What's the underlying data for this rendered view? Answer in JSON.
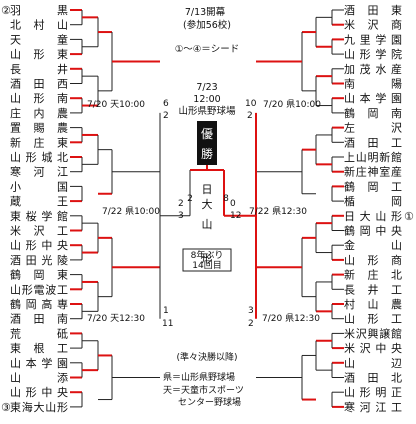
{
  "header": {
    "opening": "7/13開幕",
    "participants": "(参加56校)",
    "seed_note": "①～④＝シード"
  },
  "final": {
    "date": "7/23",
    "time": "12:00",
    "venue": "山形県野球場",
    "champion_label": [
      "優",
      "勝"
    ],
    "champion": [
      "日",
      "大",
      "山",
      "形"
    ],
    "score_left": "2",
    "score_right": "8",
    "years_note": "8年ぶり",
    "count_note": "14回目"
  },
  "left_teams": [
    {
      "name": "羽黒",
      "seed": "②"
    },
    {
      "name": "北村山"
    },
    {
      "name": "天童"
    },
    {
      "name": "山形東"
    },
    {
      "name": "長井"
    },
    {
      "name": "酒田西"
    },
    {
      "name": "山形南"
    },
    {
      "name": "庄内農"
    },
    {
      "name": "置賜農"
    },
    {
      "name": "新庄東"
    },
    {
      "name": "山形城北"
    },
    {
      "name": "寒河江"
    },
    {
      "name": "小国"
    },
    {
      "name": "蔵王"
    },
    {
      "name": "東桜学館"
    },
    {
      "name": "米沢工"
    },
    {
      "name": "山形中央"
    },
    {
      "name": "酒田光陵"
    },
    {
      "name": "鶴岡東"
    },
    {
      "name": "山形電波工"
    },
    {
      "name": "鶴岡高専"
    },
    {
      "name": "酒田南"
    },
    {
      "name": "荒砥"
    },
    {
      "name": "東根工"
    },
    {
      "name": "山本学園"
    },
    {
      "name": "山添"
    },
    {
      "name": "山形中央"
    },
    {
      "name": "東海大山形",
      "seed": "③"
    }
  ],
  "right_teams": [
    {
      "name": "酒田東"
    },
    {
      "name": "米沢商"
    },
    {
      "name": "九里学園"
    },
    {
      "name": "山形学院"
    },
    {
      "name": "加茂水産"
    },
    {
      "name": "南陽"
    },
    {
      "name": "山本学園"
    },
    {
      "name": "鶴岡南"
    },
    {
      "name": "左沢"
    },
    {
      "name": "酒田工"
    },
    {
      "name": "上山明新館"
    },
    {
      "name": "新庄神室産"
    },
    {
      "name": "鶴岡工"
    },
    {
      "name": "楯岡"
    },
    {
      "name": "日大山形",
      "seed": "①"
    },
    {
      "name": "鶴岡中央"
    },
    {
      "name": "金山"
    },
    {
      "name": "山形商"
    },
    {
      "name": "新庄北"
    },
    {
      "name": "長井工"
    },
    {
      "name": "村山農"
    },
    {
      "name": "山形工"
    },
    {
      "name": "米沢興譲館"
    },
    {
      "name": "米沢中央"
    },
    {
      "name": "山辺"
    },
    {
      "name": "酒田北"
    },
    {
      "name": "山形明正"
    },
    {
      "name": "寒河江工"
    }
  ],
  "round_labels": {
    "left_top": "7/20 天10:00",
    "left_mid": "7/22 県10:00",
    "left_bot": "7/20 天12:30",
    "right_top": "7/20 県10:00",
    "right_mid": "7/22 県12:30",
    "right_bot": "7/20 県12:30"
  },
  "scores": {
    "lt_a": "6",
    "lt_b": "2",
    "lb_a": "1",
    "lb_b": "11",
    "lm_a": "2",
    "lm_b": "3",
    "rt_a": "10",
    "rt_b": "2",
    "rb_a": "3",
    "rb_b": "2",
    "rm_a": "0",
    "rm_b": "12"
  },
  "legend": {
    "title": "(準々決勝以降)",
    "line1": "県＝山形県野球場",
    "line2": "天＝天童市スポーツ",
    "line3": "センター野球場"
  },
  "colors": {
    "winner_line": "#d11",
    "line": "#222"
  }
}
